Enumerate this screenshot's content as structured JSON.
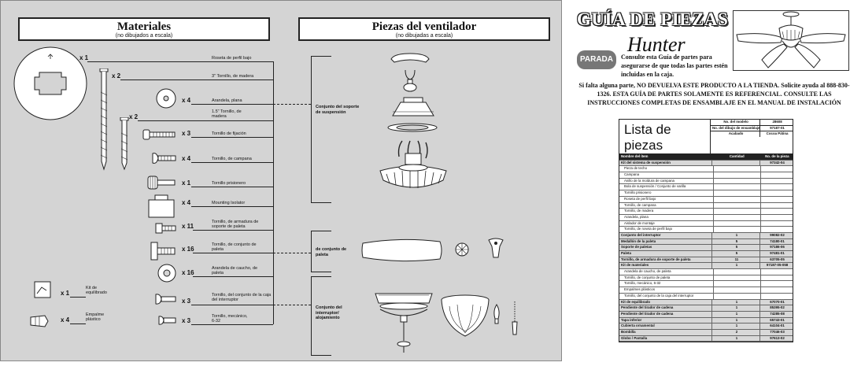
{
  "left": {
    "materials": {
      "title": "Materiales",
      "subtitle": "(no dibujados a escala)"
    },
    "fan_parts": {
      "title": "Piezas del ventilador",
      "subtitle": "(no dibujadas a escala)"
    },
    "items": [
      {
        "qty": "x 1",
        "label": "Roseta de perfil bajo"
      },
      {
        "qty": "x 2",
        "label": "3\" Tornillo, de madera"
      },
      {
        "qty": "x 4",
        "label": "Arandela, plana"
      },
      {
        "qty": "x 2",
        "label": "1.5\" Tornillo, de madera"
      },
      {
        "qty": "x 3",
        "label": "Tornillo de fijación"
      },
      {
        "qty": "x 4",
        "label": "Tornillo, de campana"
      },
      {
        "qty": "x 1",
        "label": "Tornillo prisionero"
      },
      {
        "qty": "x 4",
        "label": "Mounting Isolator"
      },
      {
        "qty": "x 11",
        "label": "Tornillo, de armadura de soporte de paleta"
      },
      {
        "qty": "x 16",
        "label": "Tornillo, de conjunto de paleta"
      },
      {
        "qty": "x 16",
        "label": "Arandela de caucho, de paleta"
      },
      {
        "qty": "x 3",
        "label": "Tornillo, del conjunto de la caja del interruptor"
      },
      {
        "qty": "x 3",
        "label": "Tornillo, mecánico, 6-32"
      },
      {
        "qty": "x 1",
        "label": "Kit de equilibrado"
      },
      {
        "qty": "x 4",
        "label": "Empalme plástico"
      }
    ],
    "groups": {
      "support": "Conjunto del soporte de suspensión",
      "blade": "de conjunto de paleta",
      "switch": "Conjunto del interruptor/ alojamiento"
    }
  },
  "right": {
    "title": "GUÍA DE PIEZAS",
    "brand": "Hunter",
    "stop": "PARADA",
    "consult": "Consulte esta Guía de partes para asegurarse de que todas las partes estén incluidas en la caja.",
    "warning": "Si falta alguna parte, NO DEVUELVA ESTE PRODUCTO A LA TIENDA. Solicite ayuda al 888-830-1326. ESTA GUÍA DE PARTES SOLAMENTE ES REFERENCIAL. CONSULTE LAS INSTRUCCIONES COMPLETAS DE ENSAMBLAJE EN EL MANUAL DE INSTALACIÓN",
    "table": {
      "title": "Lista de piezas",
      "model_label": "No. del modelo",
      "model_value": "28608",
      "drawing_label": "No. del dibujo de ensamblaje",
      "drawing_value": "97187-01",
      "finish_label": "Acabado",
      "finish_value": "Cocoa Pátina",
      "col1": "Nombre del ítem",
      "col2": "Cantidad",
      "col3": "No. de la pieza",
      "rows": [
        {
          "t": "sec",
          "n": "Kit del sistema de suspensión",
          "q": "",
          "p": "97342-04"
        },
        {
          "t": "item",
          "n": "Pieza de techo",
          "q": "",
          "p": ""
        },
        {
          "t": "item",
          "n": "Campana",
          "q": "",
          "p": ""
        },
        {
          "t": "item",
          "n": "Anillo de la moldura de campana",
          "q": "",
          "p": ""
        },
        {
          "t": "item",
          "n": "Bola de suspensión / Conjunto de varilla",
          "q": "",
          "p": ""
        },
        {
          "t": "item",
          "n": "Tornillo prisionero",
          "q": "",
          "p": ""
        },
        {
          "t": "item",
          "n": "Roseta de perfil bajo",
          "q": "",
          "p": ""
        },
        {
          "t": "item",
          "n": "Tornillo, de campana",
          "q": "",
          "p": ""
        },
        {
          "t": "item",
          "n": "Tornillo, de madera",
          "q": "",
          "p": ""
        },
        {
          "t": "item",
          "n": "Arandela, plana",
          "q": "",
          "p": ""
        },
        {
          "t": "item",
          "n": "Aislador de montaje",
          "q": "",
          "p": ""
        },
        {
          "t": "item",
          "n": "Tornillo, de roseta de perfil bajo",
          "q": "",
          "p": ""
        },
        {
          "t": "sec",
          "n": "Conjunto del interruptor",
          "q": "1",
          "p": "99082-02"
        },
        {
          "t": "sec",
          "n": "Medallón de la paleta",
          "q": "5",
          "p": "74180-01"
        },
        {
          "t": "sec",
          "n": "Soporte de paletas",
          "q": "5",
          "p": "97186-06"
        },
        {
          "t": "sec",
          "n": "Paleta",
          "q": "5",
          "p": "97481-01"
        },
        {
          "t": "sec",
          "n": "Tornillo, de armadura de soporte de paleta",
          "q": "11",
          "p": "63705-05"
        },
        {
          "t": "sec",
          "n": "Kit de materiales",
          "q": "1",
          "p": "97187-05-058"
        },
        {
          "t": "item",
          "n": "Arandela de caucho, de paleta",
          "q": "",
          "p": ""
        },
        {
          "t": "item",
          "n": "Tornillo, de conjunto de paleta",
          "q": "",
          "p": ""
        },
        {
          "t": "item",
          "n": "Tornillo, mecánico, 6-32",
          "q": "",
          "p": ""
        },
        {
          "t": "item",
          "n": "Empalmes plásticos",
          "q": "",
          "p": ""
        },
        {
          "t": "item",
          "n": "Tornillo, del conjunto de la caja del interruptor",
          "q": "",
          "p": ""
        },
        {
          "t": "sec",
          "n": "Kit de equilibrado",
          "q": "1",
          "p": "67070-01"
        },
        {
          "t": "sec",
          "n": "Pendiente del tirador de cadena",
          "q": "1",
          "p": "85395-02"
        },
        {
          "t": "sec",
          "n": "Pendiente del tirador de cadena",
          "q": "1",
          "p": "74285-08"
        },
        {
          "t": "sec",
          "n": "Tapa inferior",
          "q": "1",
          "p": "65743-01"
        },
        {
          "t": "sec",
          "n": "Cubierta ornamental",
          "q": "1",
          "p": "64104-01"
        },
        {
          "t": "sec",
          "n": "Bombilla",
          "q": "2",
          "p": "77046-03"
        },
        {
          "t": "sec",
          "n": "Globo / Pantalla",
          "q": "1",
          "p": "97613-02"
        }
      ]
    }
  }
}
